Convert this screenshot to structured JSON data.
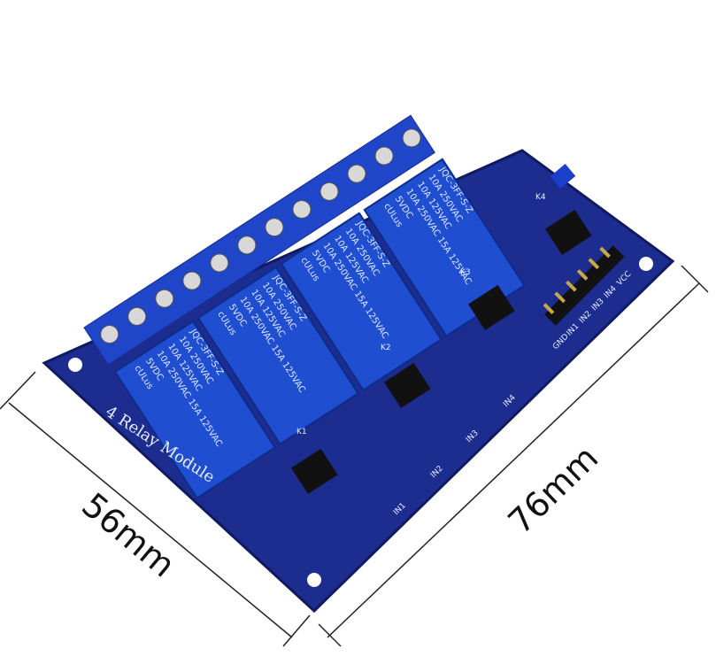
{
  "dimensions": {
    "width_label": "56mm",
    "length_label": "76mm"
  },
  "board": {
    "title": "4 Relay Module",
    "pin_labels": [
      "GND",
      "IN1",
      "IN2",
      "IN3",
      "IN4",
      "VCC"
    ],
    "led_labels": [
      "IN1",
      "IN2",
      "IN3",
      "IN4"
    ],
    "relay_labels": [
      "K1",
      "K2",
      "K3",
      "K4"
    ],
    "colors": {
      "pcb": "#1d2d8f",
      "relay": "#1f4fd0",
      "terminal": "#1f45c8"
    }
  },
  "relay": {
    "model": "JQC-3FF-S-Z",
    "lines": [
      "10A 250VAC",
      "10A 125VAC",
      "10A 250VAC 15A 125VAC",
      "5VDC"
    ],
    "cert": "cULus"
  }
}
